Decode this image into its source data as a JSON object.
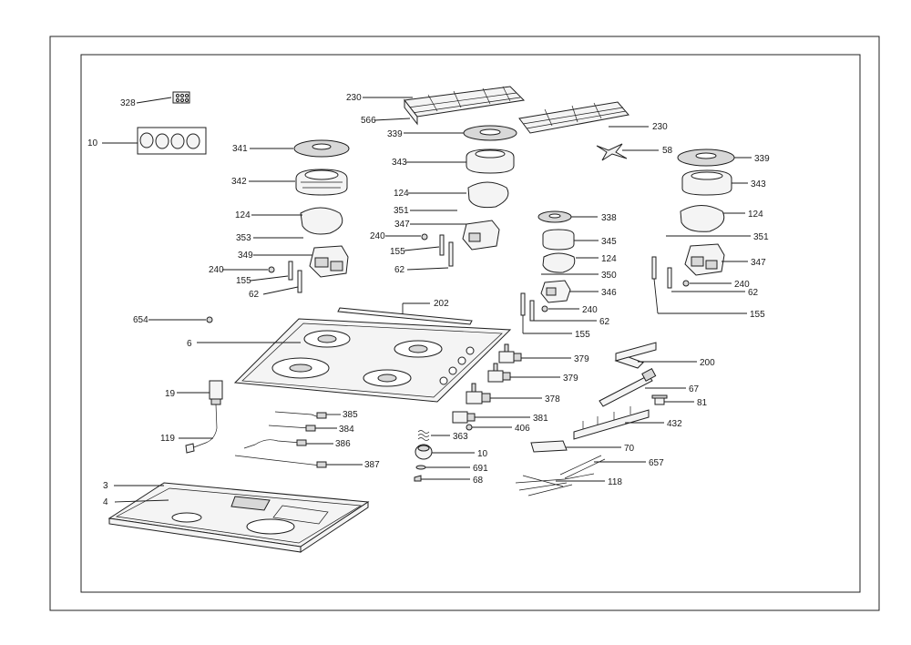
{
  "labels": {
    "328": "328",
    "10_knobs": "10",
    "341": "341",
    "342": "342",
    "124_a": "124",
    "353": "353",
    "349": "349",
    "240_a": "240",
    "155_a": "155",
    "62_a": "62",
    "654": "654",
    "6": "6",
    "19": "19",
    "119": "119",
    "3": "3",
    "4": "4",
    "230_a": "230",
    "566": "566",
    "339_a": "339",
    "343_a": "343",
    "124_b": "124",
    "351_a": "351",
    "347_a": "347",
    "240_b": "240",
    "155_b": "155",
    "62_b": "62",
    "202": "202",
    "385": "385",
    "384": "384",
    "386": "386",
    "387": "387",
    "230_b": "230",
    "58": "58",
    "338": "338",
    "345": "345",
    "124_c": "124",
    "350": "350",
    "346": "346",
    "240_c": "240",
    "62_c": "62",
    "155_c": "155",
    "379_a": "379",
    "379_b": "379",
    "378": "378",
    "381": "381",
    "406": "406",
    "363": "363",
    "10_knob": "10",
    "691": "691",
    "68": "68",
    "339_b": "339",
    "343_b": "343",
    "124_d": "124",
    "351_b": "351",
    "347_b": "347",
    "240_d": "240",
    "62_d": "62",
    "155_d": "155",
    "200": "200",
    "67": "67",
    "81": "81",
    "432": "432",
    "70": "70",
    "657": "657",
    "118": "118"
  }
}
